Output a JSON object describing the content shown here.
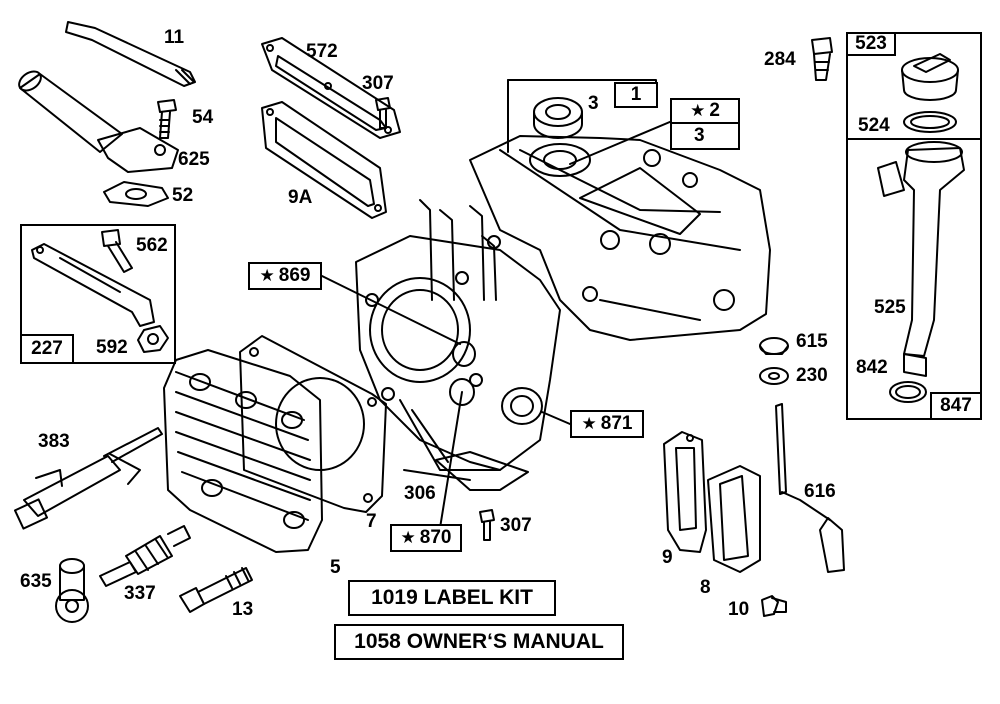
{
  "parts": {
    "p11": "11",
    "p54": "54",
    "p625": "625",
    "p52": "52",
    "p572": "572",
    "p307a": "307",
    "p9a": "9A",
    "p3a": "3",
    "p1": "1",
    "p2": "2",
    "p3b": "3",
    "p284": "284",
    "p523": "523",
    "p524": "524",
    "p525": "525",
    "p842": "842",
    "p847": "847",
    "p615": "615",
    "p230": "230",
    "p562": "562",
    "p227": "227",
    "p592": "592",
    "p869": "869",
    "p871": "871",
    "p870": "870",
    "p383": "383",
    "p306": "306",
    "p7": "7",
    "p307b": "307",
    "p5": "5",
    "p635": "635",
    "p337": "337",
    "p13": "13",
    "p9": "9",
    "p8": "8",
    "p10": "10",
    "p616": "616"
  },
  "kits": {
    "label_kit": "1019 LABEL KIT",
    "owners_manual": "1058 OWNER‘S MANUAL"
  }
}
